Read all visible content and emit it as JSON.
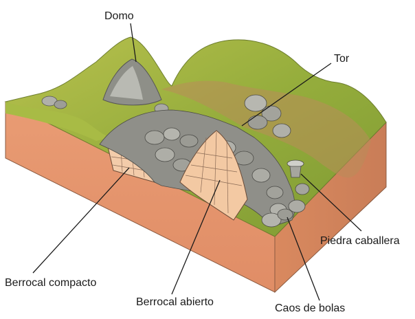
{
  "labels": {
    "domo": "Domo",
    "tor": "Tor",
    "piedra_caballera": "Piedra caballera",
    "berrocal_compacto": "Berrocal compacto",
    "berrocal_abierto": "Berrocal abierto",
    "caos_de_bolas": "Caos de bolas"
  },
  "colors": {
    "grass": "#9bb23e",
    "grass_light": "#c4cc5a",
    "soil_front": "#e79a72",
    "soil_side": "#d98a63",
    "rock": "#8c8c88",
    "rock_light": "#c9c8c2",
    "block_fill": "#f2c9a4"
  }
}
